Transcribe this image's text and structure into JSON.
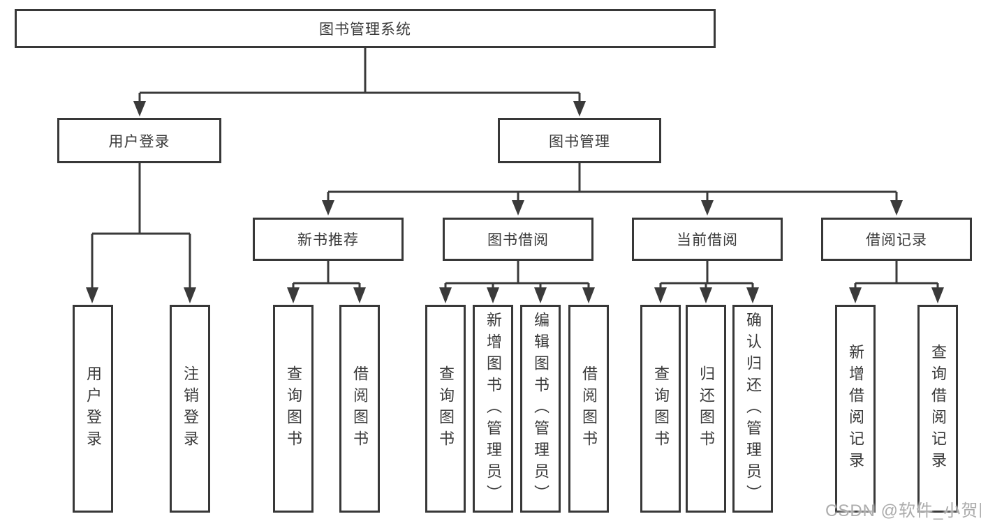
{
  "diagram": {
    "root": {
      "label": "图书管理系统"
    },
    "branches": [
      {
        "label": "用户登录",
        "children": [
          {
            "label": "用户登录"
          },
          {
            "label": "注销登录"
          }
        ]
      },
      {
        "label": "图书管理",
        "children": [
          {
            "label": "新书推荐",
            "children": [
              {
                "label": "查询图书"
              },
              {
                "label": "借阅图书"
              }
            ]
          },
          {
            "label": "图书借阅",
            "children": [
              {
                "label": "查询图书"
              },
              {
                "label": "新增图书（管理员）"
              },
              {
                "label": "编辑图书（管理员）"
              },
              {
                "label": "借阅图书"
              }
            ]
          },
          {
            "label": "当前借阅",
            "children": [
              {
                "label": "查询图书"
              },
              {
                "label": "归还图书"
              },
              {
                "label": "确认归还（管理员）"
              }
            ]
          },
          {
            "label": "借阅记录",
            "children": [
              {
                "label": "新增借阅记录"
              },
              {
                "label": "查询借阅记录"
              }
            ]
          }
        ]
      }
    ]
  },
  "watermark": {
    "text": "CSDN @软件_小贺同学"
  },
  "colors": {
    "line": "#3a3a3a",
    "text": "#3a3a3a",
    "watermark": "#acacac",
    "background": "#ffffff"
  }
}
